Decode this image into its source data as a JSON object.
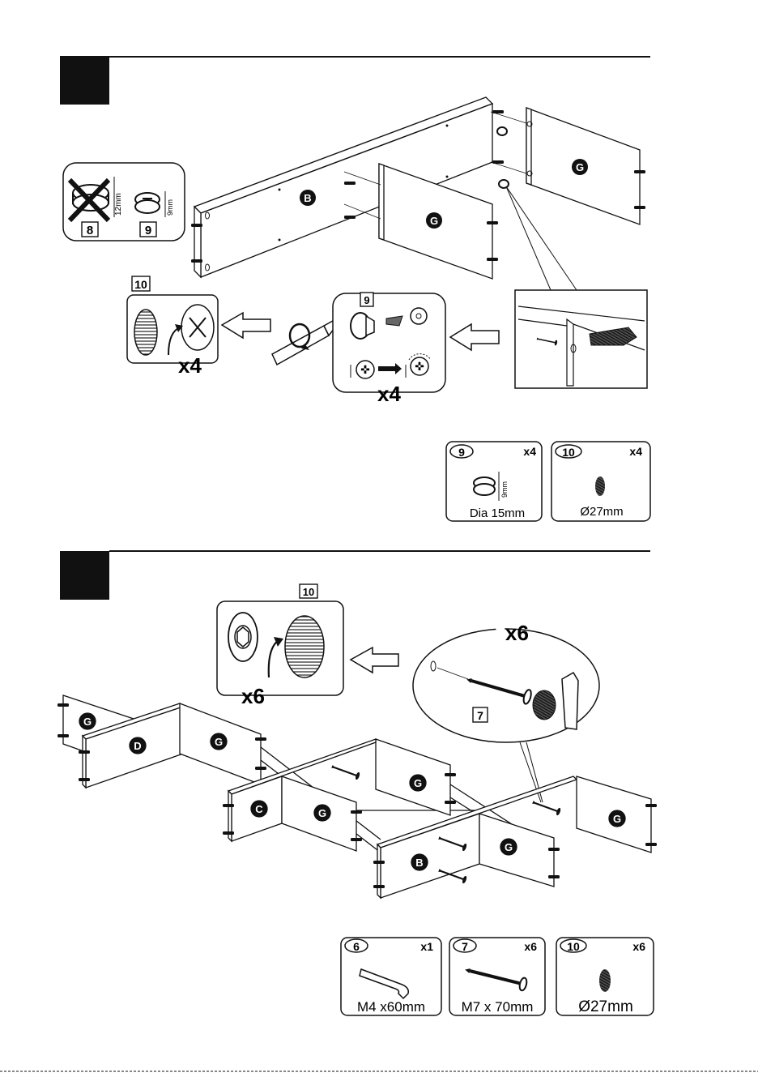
{
  "step1": {
    "warning_box": {
      "cam8_label": "8",
      "cam8_height": "12mm",
      "cam9_label": "9",
      "cam9_height": "9mm"
    },
    "panels": {
      "back": "B",
      "side_right": "G",
      "side_mid": "G"
    },
    "detail_cap": {
      "part": "10",
      "count": "x4"
    },
    "detail_cam": {
      "part": "9",
      "count": "x4"
    },
    "parts": [
      {
        "number": "9",
        "qty": "x4",
        "height": "9mm",
        "size": "Dia 15mm"
      },
      {
        "number": "10",
        "qty": "x4",
        "size": "Ø27mm"
      }
    ]
  },
  "step2": {
    "detail_cap": {
      "part": "10",
      "count": "x6"
    },
    "detail_screw": {
      "part": "7",
      "count": "x6"
    },
    "panels": {
      "g1": "G",
      "d": "D",
      "g2": "G",
      "c": "C",
      "g3": "G",
      "g4": "G",
      "b": "B",
      "g5": "G",
      "g6": "G"
    },
    "parts": [
      {
        "number": "6",
        "qty": "x1",
        "size": "M4 x60mm"
      },
      {
        "number": "7",
        "qty": "x6",
        "size": "M7 x 70mm"
      },
      {
        "number": "10",
        "qty": "x6",
        "size": "Ø27mm"
      }
    ]
  },
  "colors": {
    "ink": "#111111",
    "panel_fill": "#ffffff",
    "header_block": "#111111"
  }
}
